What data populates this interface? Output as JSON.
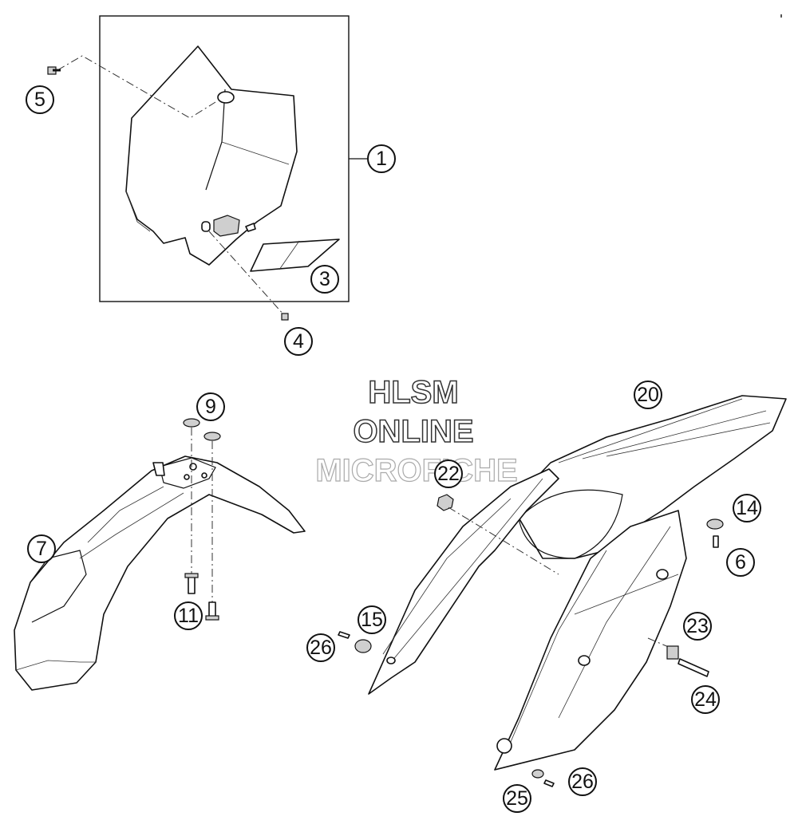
{
  "watermark": {
    "line1": "HLSM",
    "line2": "ONLINE",
    "line3": "MICROFICHE"
  },
  "callouts": [
    "1",
    "3",
    "4",
    "5",
    "6",
    "7",
    "9",
    "11",
    "14",
    "15",
    "20",
    "22",
    "23",
    "24",
    "25",
    "26",
    "26"
  ],
  "colors": {
    "ink": "#111111",
    "background": "#ffffff",
    "watermark": "#555555"
  }
}
